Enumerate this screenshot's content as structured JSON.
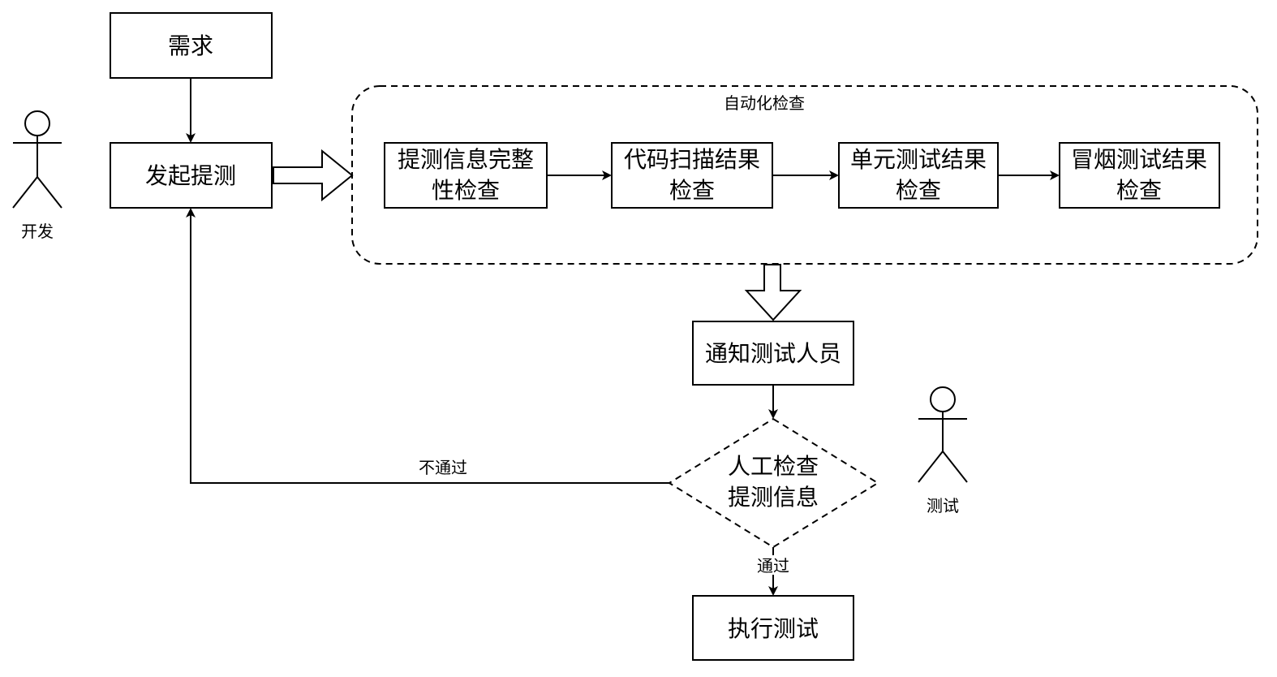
{
  "actors": {
    "developer": {
      "label": "开发"
    },
    "tester": {
      "label": "测试"
    }
  },
  "nodes": {
    "requirement": {
      "lines": [
        "需求"
      ]
    },
    "submit_test": {
      "lines": [
        "发起提测"
      ]
    },
    "auto_check_group": {
      "title": "自动化检查"
    },
    "info_completeness": {
      "lines": [
        "提测信息完整",
        "性检查"
      ]
    },
    "code_scan": {
      "lines": [
        "代码扫描结果",
        "检查"
      ]
    },
    "unit_test": {
      "lines": [
        "单元测试结果",
        "检查"
      ]
    },
    "smoke_test": {
      "lines": [
        "冒烟测试结果",
        "检查"
      ]
    },
    "notify_tester": {
      "lines": [
        "通知测试人员"
      ]
    },
    "manual_check": {
      "lines": [
        "人工检查",
        "提测信息"
      ]
    },
    "execute_test": {
      "lines": [
        "执行测试"
      ]
    }
  },
  "edges": {
    "fail_label": "不通过",
    "pass_label": "通过"
  },
  "colors": {
    "stroke": "#000000",
    "background": "#ffffff"
  }
}
